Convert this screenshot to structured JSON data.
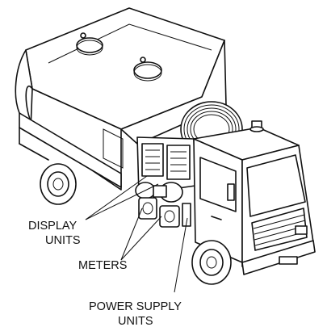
{
  "labels": {
    "display_line1": "DISPLAY",
    "display_line2": "UNITS",
    "meters": "METERS",
    "power_line1": "POWER SUPPLY",
    "power_line2": "UNITS"
  }
}
